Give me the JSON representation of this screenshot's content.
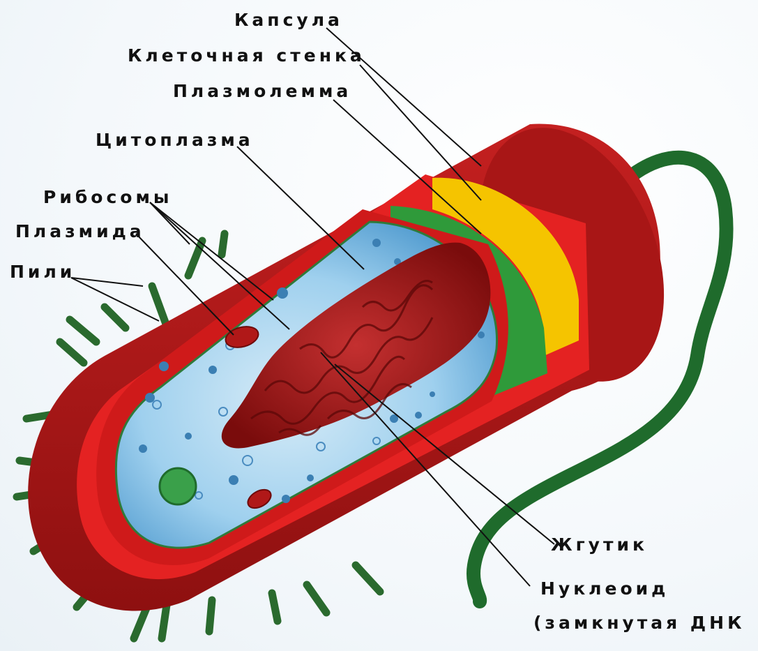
{
  "labels": {
    "capsule": "Капсула",
    "cell_wall": "Клеточная стенка",
    "plasma_membrane": "Плазмолемма",
    "cytoplasm": "Цитоплазма",
    "ribosomes": "Рибосомы",
    "plasmid": "Плазмида",
    "pili": "Пили",
    "flagellum": "Жгутик",
    "nucleoid": "Нуклеоид",
    "nucleoid_note": "(замкнутая ДНК"
  },
  "colors": {
    "capsule": "#b01818",
    "cell_wall": "#e42222",
    "plasma_membrane_yellow": "#f5c400",
    "membrane_green": "#2f9a3a",
    "cytoplasm": "#8cc4e4",
    "nucleoid": "#9c1414",
    "flagellum": "#1f6b2c",
    "pili": "#2a6a2e"
  }
}
